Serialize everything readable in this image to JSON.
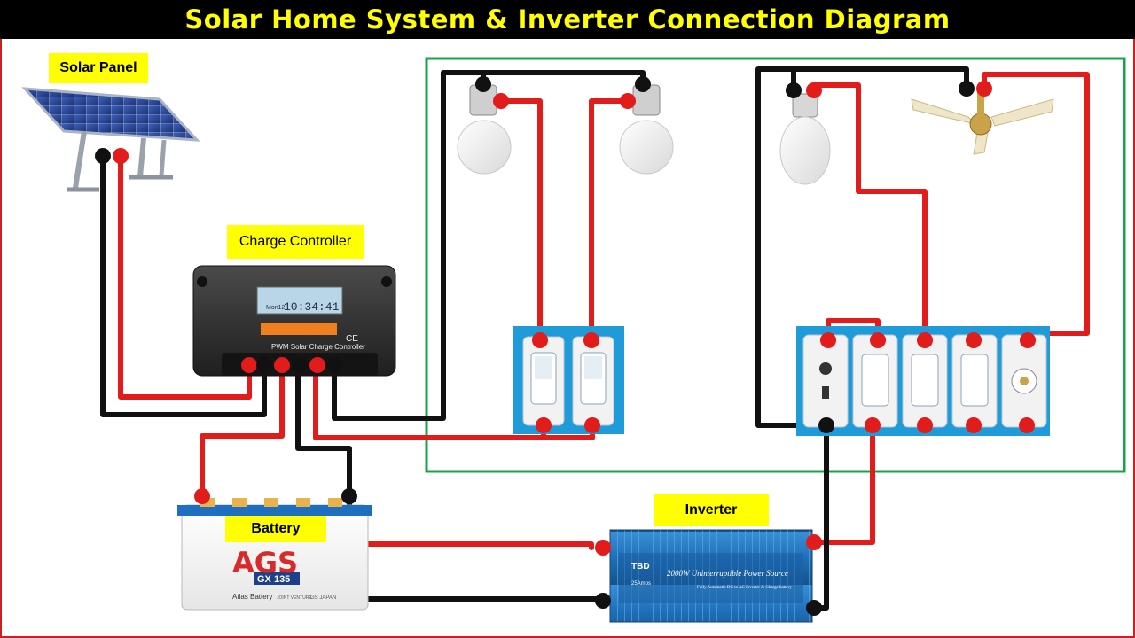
{
  "title": "Solar Home System & Inverter Connection Diagram",
  "labels": {
    "solar_panel": "Solar Panel",
    "charge_controller": "Charge Controller",
    "battery": "Battery",
    "inverter": "Inverter"
  },
  "controller": {
    "screen_time": "10:34:41",
    "screen_small": "Mon12",
    "panel_text": "PWM Solar Charge Controller",
    "ce_mark": "CE"
  },
  "battery": {
    "brand": "AGS",
    "model": "GX 135",
    "maker": "Atlas Battery",
    "maker_note": "JOINT VENTURE",
    "partner": "GS JAPAN"
  },
  "inverter": {
    "brand": "TBD",
    "headline": "2000W Uninterruptible Power Source",
    "sub": "Fully Automatic DC to AC Inverter & Charge battery",
    "amps": "25Amps"
  },
  "colors": {
    "positive_wire": "#e21b1b",
    "negative_wire": "#111111",
    "ac_zone_border": "#17a34a",
    "switchboard": "#1e9bd8",
    "label_bg": "#ffff00",
    "title_text": "#ffff00"
  }
}
